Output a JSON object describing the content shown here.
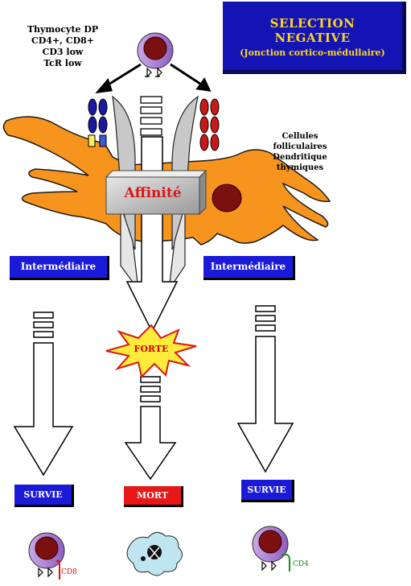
{
  "thymocyte_label": [
    "Thymocyte DP",
    "CD4+, CD8+",
    "CD3 low",
    "TcR low"
  ],
  "title": {
    "line1": "SELECTION",
    "line2": "NEGATIVE",
    "line3": "(Jonction cortico-médullaire)"
  },
  "dendritic_label": [
    "Cellules",
    "folliculaires",
    "Dendritique",
    "thymiques"
  ],
  "affinity_label": "Affinité",
  "left_box": "Intermédiaire",
  "right_box": "Intermédiaire",
  "strong_label": "FORTE",
  "outcomes": {
    "left": "SURVIE",
    "center": "MORT",
    "right": "SURVIE"
  },
  "markers": {
    "left": "CD8",
    "right": "CD4"
  },
  "colors": {
    "title_bg": "#1414b4",
    "title_text": "#ffd61e",
    "box_blue": "#1a1ad8",
    "box_red": "#e81818",
    "dendritic_cell": "#f7941d",
    "nucleus": "#7a1010",
    "cell_membrane": "#b58ad8",
    "cd8_receptor": "#e01010",
    "cd4_receptor": "#169016"
  }
}
